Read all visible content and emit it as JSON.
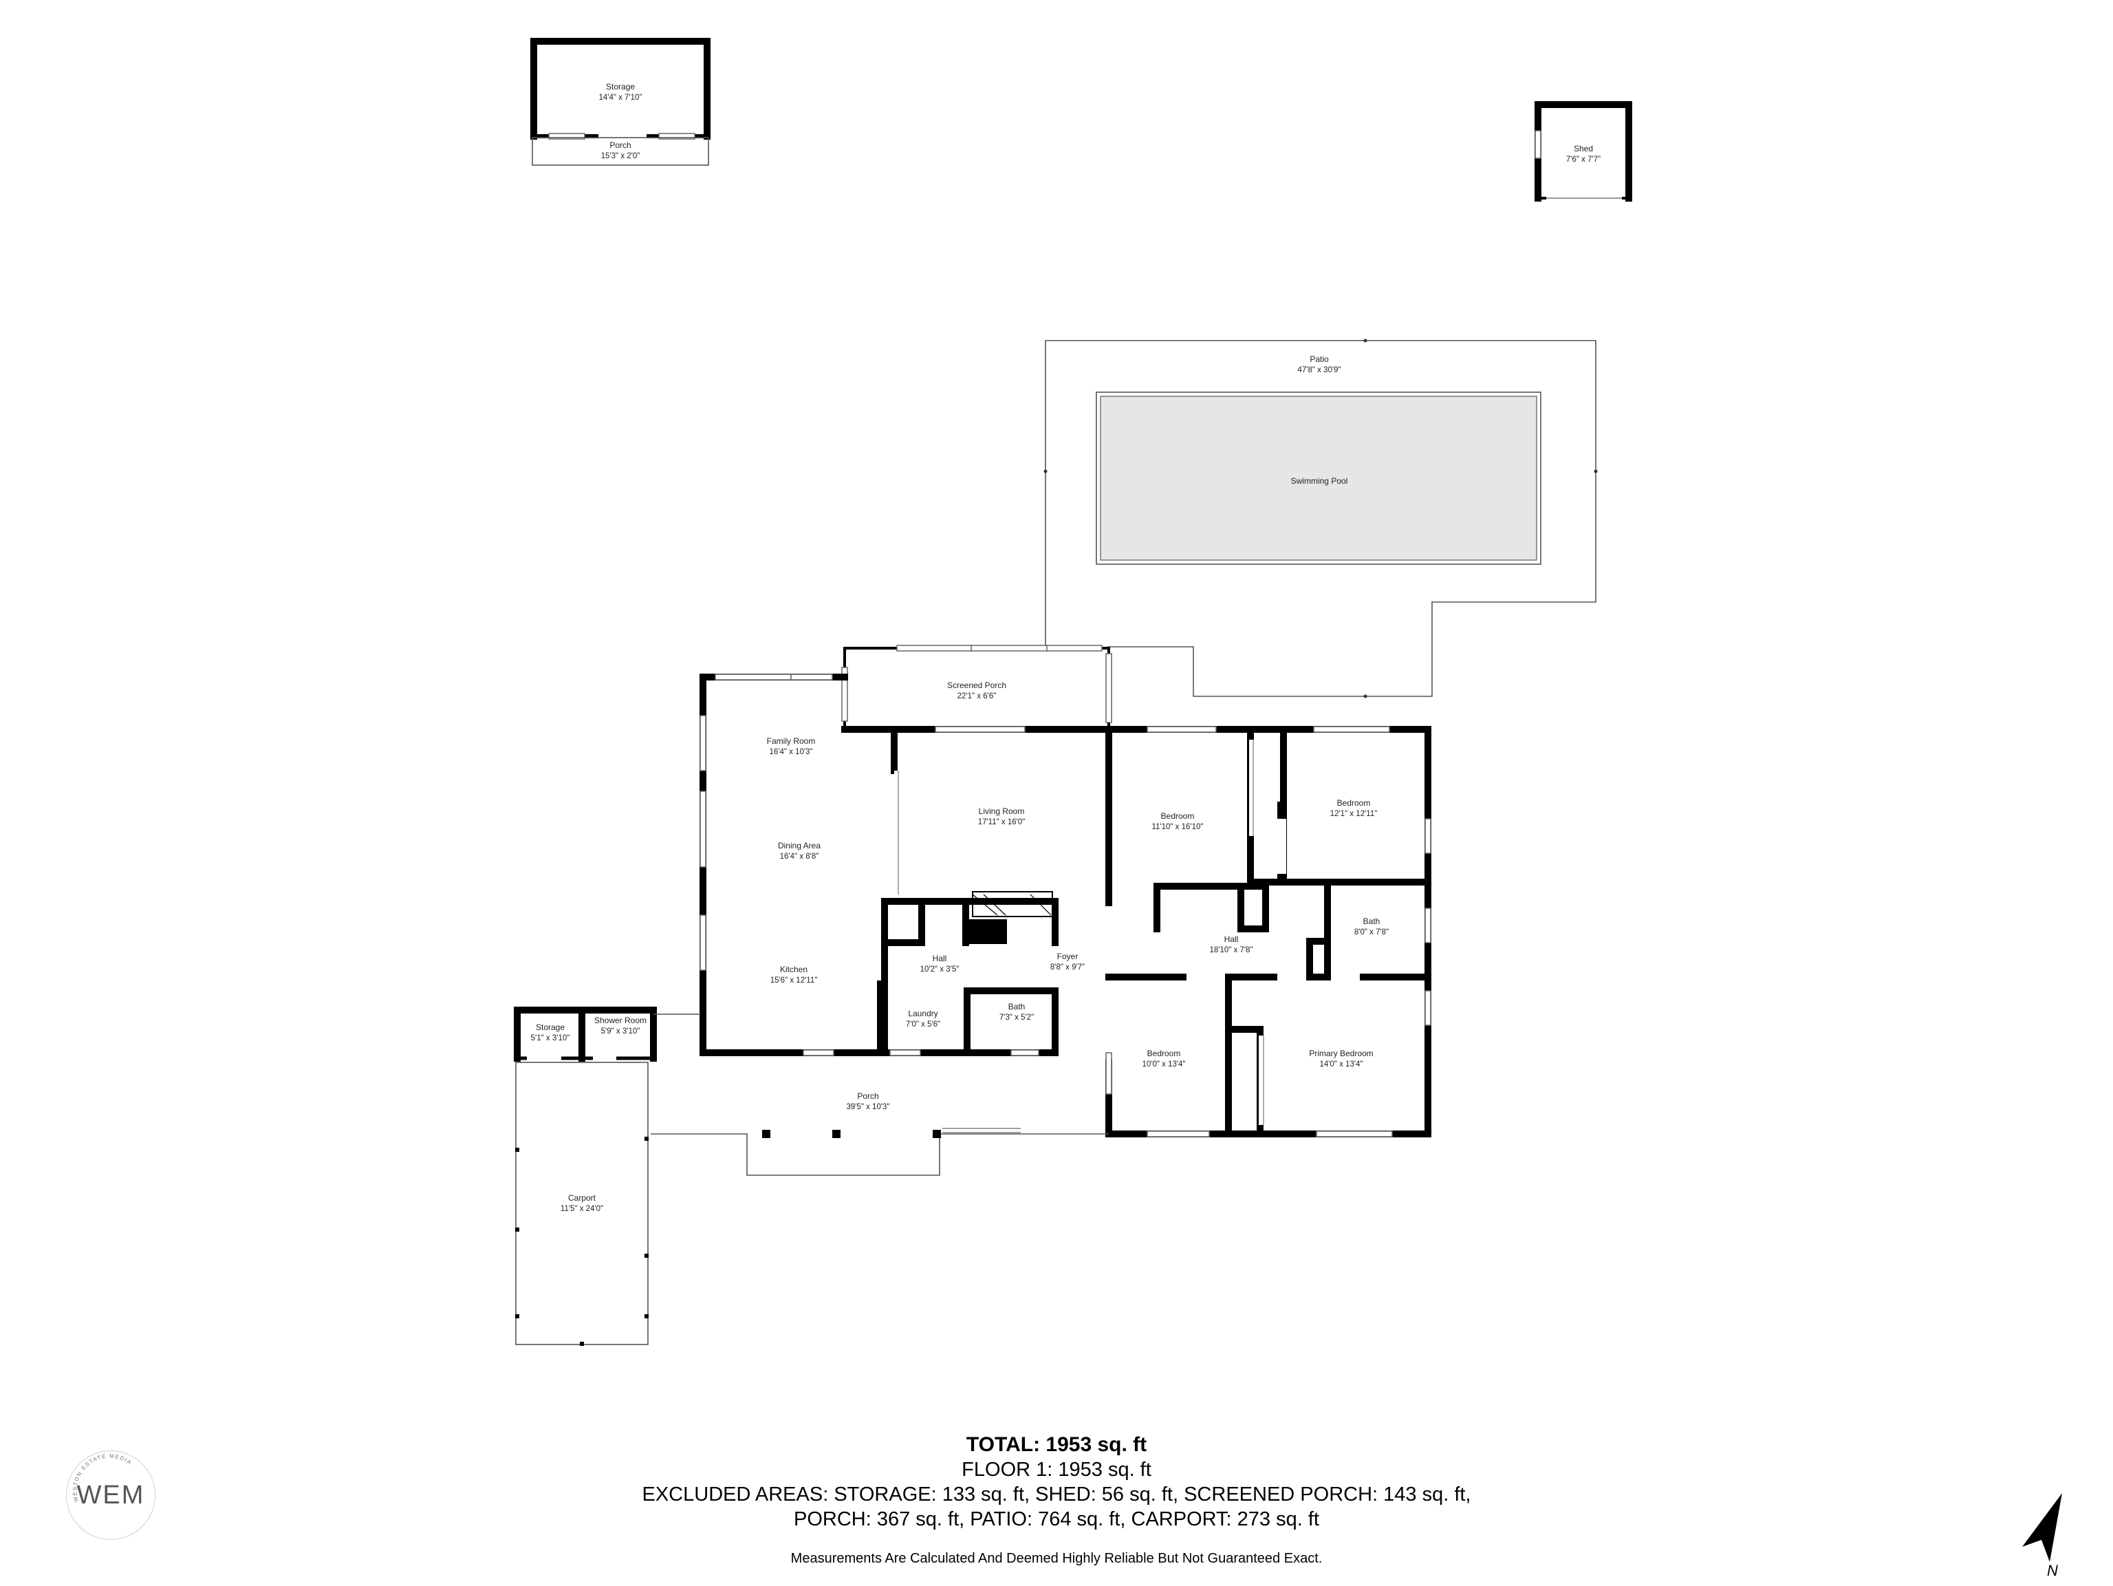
{
  "rooms": {
    "storage_top": {
      "name": "Storage",
      "dims": "14'4\" x 7'10\""
    },
    "porch_top": {
      "name": "Porch",
      "dims": "15'3\" x 2'0\""
    },
    "shed": {
      "name": "Shed",
      "dims": "7'6\" x 7'7\""
    },
    "patio": {
      "name": "Patio",
      "dims": "47'8\" x 30'9\""
    },
    "pool": {
      "name": "Swimming Pool"
    },
    "screened_porch": {
      "name": "Screened Porch",
      "dims": "22'1\" x 6'6\""
    },
    "family_room": {
      "name": "Family Room",
      "dims": "16'4\" x 10'3\""
    },
    "living_room": {
      "name": "Living Room",
      "dims": "17'11\" x 16'0\""
    },
    "bedroom_1": {
      "name": "Bedroom",
      "dims": "11'10\" x 16'10\""
    },
    "bedroom_2": {
      "name": "Bedroom",
      "dims": "12'1\" x 12'11\""
    },
    "dining_area": {
      "name": "Dining Area",
      "dims": "16'4\" x 8'8\""
    },
    "bath_1": {
      "name": "Bath",
      "dims": "8'0\" x 7'8\""
    },
    "hall_1": {
      "name": "Hall",
      "dims": "18'10\" x 7'8\""
    },
    "foyer": {
      "name": "Foyer",
      "dims": "8'8\" x 9'7\""
    },
    "hall_2": {
      "name": "Hall",
      "dims": "10'2\" x 3'5\""
    },
    "kitchen": {
      "name": "Kitchen",
      "dims": "15'6\" x 12'11\""
    },
    "bath_2": {
      "name": "Bath",
      "dims": "7'3\" x 5'2\""
    },
    "laundry": {
      "name": "Laundry",
      "dims": "7'0\" x 5'6\""
    },
    "storage_small": {
      "name": "Storage",
      "dims": "5'1\" x 3'10\""
    },
    "shower_room": {
      "name": "Shower Room",
      "dims": "5'9\" x 3'10\""
    },
    "bedroom_3": {
      "name": "Bedroom",
      "dims": "10'0\" x 13'4\""
    },
    "primary_bedroom": {
      "name": "Primary Bedroom",
      "dims": "14'0\" x 13'4\""
    },
    "porch_main": {
      "name": "Porch",
      "dims": "39'5\" x 10'3\""
    },
    "carport": {
      "name": "Carport",
      "dims": "11'5\" x 24'0\""
    }
  },
  "summary": {
    "total": "TOTAL: 1953 sq. ft",
    "floor": "FLOOR 1: 1953 sq. ft",
    "excluded_1": "EXCLUDED AREAS: STORAGE: 133 sq. ft, SHED: 56 sq. ft, SCREENED PORCH: 143 sq. ft,",
    "excluded_2": "PORCH: 367 sq. ft, PATIO: 764 sq. ft, CARPORT: 273 sq. ft"
  },
  "disclaimer": "Measurements Are Calculated And Deemed Highly Reliable But Not Guaranteed Exact.",
  "logo": {
    "text": "WEM",
    "ring_text": "WESTON ESTATE MEDIA"
  },
  "compass": {
    "label": "N"
  },
  "colors": {
    "wall": "#000000",
    "pool_fill": "#e6e6e6",
    "line": "#555555"
  }
}
